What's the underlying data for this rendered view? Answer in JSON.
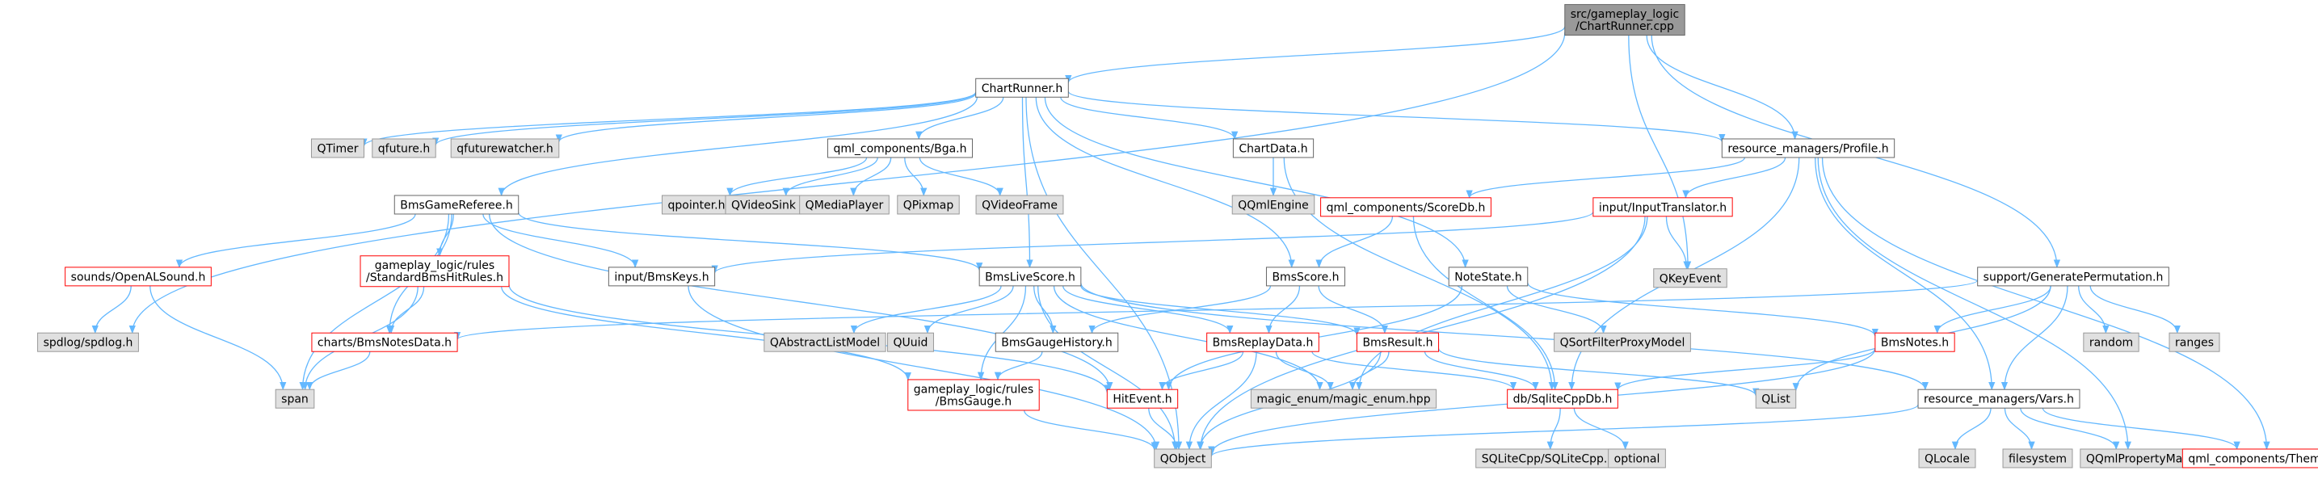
{
  "style": {
    "edge_color": "#63b8ff",
    "root_fill": "#999999",
    "root_stroke": "#666666",
    "doc_fill": "#ffffff",
    "doc_stroke": "#666666",
    "incomplete_stroke": "#ff0000",
    "external_fill": "#e0e0e0",
    "external_stroke": "#999999"
  },
  "nodes": [
    {
      "id": "root",
      "kind": "root",
      "lines": [
        "src/gameplay_logic",
        "/ChartRunner.cpp"
      ]
    },
    {
      "id": "ChartRunnerH",
      "kind": "doc",
      "lines": [
        "ChartRunner.h"
      ]
    },
    {
      "id": "QTimer",
      "kind": "external",
      "lines": [
        "QTimer"
      ]
    },
    {
      "id": "qfuture",
      "kind": "external",
      "lines": [
        "qfuture.h"
      ]
    },
    {
      "id": "qfuturewatcher",
      "kind": "external",
      "lines": [
        "qfuturewatcher.h"
      ]
    },
    {
      "id": "Bga",
      "kind": "doc",
      "lines": [
        "qml_components/Bga.h"
      ]
    },
    {
      "id": "ChartData",
      "kind": "doc",
      "lines": [
        "ChartData.h"
      ]
    },
    {
      "id": "Profile",
      "kind": "doc",
      "lines": [
        "resource_managers/Profile.h"
      ]
    },
    {
      "id": "BmsGameReferee",
      "kind": "doc",
      "lines": [
        "BmsGameReferee.h"
      ]
    },
    {
      "id": "qpointer",
      "kind": "external",
      "lines": [
        "qpointer.h"
      ]
    },
    {
      "id": "QVideoSink",
      "kind": "external",
      "lines": [
        "QVideoSink"
      ]
    },
    {
      "id": "QMediaPlayer",
      "kind": "external",
      "lines": [
        "QMediaPlayer"
      ]
    },
    {
      "id": "QPixmap",
      "kind": "external",
      "lines": [
        "QPixmap"
      ]
    },
    {
      "id": "QVideoFrame",
      "kind": "external",
      "lines": [
        "QVideoFrame"
      ]
    },
    {
      "id": "QQmlEngine",
      "kind": "external",
      "lines": [
        "QQmlEngine"
      ]
    },
    {
      "id": "ScoreDb",
      "kind": "incomplete",
      "lines": [
        "qml_components/ScoreDb.h"
      ]
    },
    {
      "id": "InputTranslator",
      "kind": "incomplete",
      "lines": [
        "input/InputTranslator.h"
      ]
    },
    {
      "id": "OpenALSound",
      "kind": "incomplete",
      "lines": [
        "sounds/OpenALSound.h"
      ]
    },
    {
      "id": "StandardBmsHitRules",
      "kind": "incomplete",
      "lines": [
        "gameplay_logic/rules",
        "/StandardBmsHitRules.h"
      ]
    },
    {
      "id": "BmsKeys",
      "kind": "doc",
      "lines": [
        "input/BmsKeys.h"
      ]
    },
    {
      "id": "BmsLiveScore",
      "kind": "doc",
      "lines": [
        "BmsLiveScore.h"
      ]
    },
    {
      "id": "BmsScore",
      "kind": "doc",
      "lines": [
        "BmsScore.h"
      ]
    },
    {
      "id": "NoteState",
      "kind": "doc",
      "lines": [
        "NoteState.h"
      ]
    },
    {
      "id": "QKeyEvent",
      "kind": "external",
      "lines": [
        "QKeyEvent"
      ]
    },
    {
      "id": "GeneratePermutation",
      "kind": "doc",
      "lines": [
        "support/GeneratePermutation.h"
      ]
    },
    {
      "id": "spdlog",
      "kind": "external",
      "lines": [
        "spdlog/spdlog.h"
      ]
    },
    {
      "id": "BmsNotesData",
      "kind": "incomplete",
      "lines": [
        "charts/BmsNotesData.h"
      ]
    },
    {
      "id": "QAbstractListModel",
      "kind": "external",
      "lines": [
        "QAbstractListModel"
      ]
    },
    {
      "id": "QUuid",
      "kind": "external",
      "lines": [
        "QUuid"
      ]
    },
    {
      "id": "BmsGaugeHistory",
      "kind": "doc",
      "lines": [
        "BmsGaugeHistory.h"
      ]
    },
    {
      "id": "BmsReplayData",
      "kind": "incomplete",
      "lines": [
        "BmsReplayData.h"
      ]
    },
    {
      "id": "BmsResult",
      "kind": "incomplete",
      "lines": [
        "BmsResult.h"
      ]
    },
    {
      "id": "QSortFilterProxyModel",
      "kind": "external",
      "lines": [
        "QSortFilterProxyModel"
      ]
    },
    {
      "id": "BmsNotes",
      "kind": "incomplete",
      "lines": [
        "BmsNotes.h"
      ]
    },
    {
      "id": "random",
      "kind": "external",
      "lines": [
        "random"
      ]
    },
    {
      "id": "ranges",
      "kind": "external",
      "lines": [
        "ranges"
      ]
    },
    {
      "id": "span",
      "kind": "external",
      "lines": [
        "span"
      ]
    },
    {
      "id": "BmsGauge",
      "kind": "incomplete",
      "lines": [
        "gameplay_logic/rules",
        "/BmsGauge.h"
      ]
    },
    {
      "id": "HitEvent",
      "kind": "incomplete",
      "lines": [
        "HitEvent.h"
      ]
    },
    {
      "id": "magic_enum",
      "kind": "external",
      "lines": [
        "magic_enum/magic_enum.hpp"
      ]
    },
    {
      "id": "SqliteCppDb",
      "kind": "incomplete",
      "lines": [
        "db/SqliteCppDb.h"
      ]
    },
    {
      "id": "QList",
      "kind": "external",
      "lines": [
        "QList"
      ]
    },
    {
      "id": "Vars",
      "kind": "doc",
      "lines": [
        "resource_managers/Vars.h"
      ]
    },
    {
      "id": "QObject",
      "kind": "external",
      "lines": [
        "QObject"
      ]
    },
    {
      "id": "SQLiteCpp",
      "kind": "external",
      "lines": [
        "SQLiteCpp/SQLiteCpp.h"
      ]
    },
    {
      "id": "optional",
      "kind": "external",
      "lines": [
        "optional"
      ]
    },
    {
      "id": "QLocale",
      "kind": "external",
      "lines": [
        "QLocale"
      ]
    },
    {
      "id": "filesystem",
      "kind": "external",
      "lines": [
        "filesystem"
      ]
    },
    {
      "id": "QQmlPropertyMap",
      "kind": "external",
      "lines": [
        "QQmlPropertyMap"
      ]
    },
    {
      "id": "ThemeFamily",
      "kind": "incomplete",
      "lines": [
        "qml_components/ThemeFamily.h"
      ]
    }
  ],
  "edges": [
    [
      "root",
      "ChartRunnerH"
    ],
    [
      "root",
      "spdlog"
    ],
    [
      "root",
      "QKeyEvent"
    ],
    [
      "root",
      "Profile"
    ],
    [
      "root",
      "GeneratePermutation"
    ],
    [
      "ChartRunnerH",
      "QTimer"
    ],
    [
      "ChartRunnerH",
      "qfuture"
    ],
    [
      "ChartRunnerH",
      "qfuturewatcher"
    ],
    [
      "ChartRunnerH",
      "Bga"
    ],
    [
      "ChartRunnerH",
      "ChartData"
    ],
    [
      "ChartRunnerH",
      "Profile"
    ],
    [
      "ChartRunnerH",
      "BmsGameReferee"
    ],
    [
      "ChartRunnerH",
      "BmsLiveScore"
    ],
    [
      "ChartRunnerH",
      "BmsScore"
    ],
    [
      "ChartRunnerH",
      "NoteState"
    ],
    [
      "ChartRunnerH",
      "QObject"
    ],
    [
      "Bga",
      "qpointer"
    ],
    [
      "Bga",
      "QVideoSink"
    ],
    [
      "Bga",
      "QMediaPlayer"
    ],
    [
      "Bga",
      "QPixmap"
    ],
    [
      "Bga",
      "QVideoFrame"
    ],
    [
      "ChartData",
      "QQmlEngine"
    ],
    [
      "ChartData",
      "SqliteCppDb"
    ],
    [
      "Profile",
      "ScoreDb"
    ],
    [
      "Profile",
      "InputTranslator"
    ],
    [
      "Profile",
      "Vars"
    ],
    [
      "Profile",
      "SqliteCppDb"
    ],
    [
      "Profile",
      "QQmlPropertyMap"
    ],
    [
      "Profile",
      "ThemeFamily"
    ],
    [
      "BmsGameReferee",
      "OpenALSound"
    ],
    [
      "BmsGameReferee",
      "StandardBmsHitRules"
    ],
    [
      "BmsGameReferee",
      "BmsKeys"
    ],
    [
      "BmsGameReferee",
      "BmsLiveScore"
    ],
    [
      "BmsGameReferee",
      "BmsNotesData"
    ],
    [
      "BmsGameReferee",
      "span"
    ],
    [
      "BmsGameReferee",
      "HitEvent"
    ],
    [
      "ScoreDb",
      "BmsScore"
    ],
    [
      "ScoreDb",
      "SqliteCppDb"
    ],
    [
      "InputTranslator",
      "BmsKeys"
    ],
    [
      "InputTranslator",
      "QKeyEvent"
    ],
    [
      "InputTranslator",
      "QObject"
    ],
    [
      "InputTranslator",
      "magic_enum"
    ],
    [
      "OpenALSound",
      "spdlog"
    ],
    [
      "OpenALSound",
      "span"
    ],
    [
      "StandardBmsHitRules",
      "BmsNotesData"
    ],
    [
      "StandardBmsHitRules",
      "span"
    ],
    [
      "StandardBmsHitRules",
      "BmsGauge"
    ],
    [
      "StandardBmsHitRules",
      "HitEvent"
    ],
    [
      "BmsKeys",
      "QObject"
    ],
    [
      "BmsLiveScore",
      "QAbstractListModel"
    ],
    [
      "BmsLiveScore",
      "QUuid"
    ],
    [
      "BmsLiveScore",
      "BmsGaugeHistory"
    ],
    [
      "BmsLiveScore",
      "BmsReplayData"
    ],
    [
      "BmsLiveScore",
      "BmsResult"
    ],
    [
      "BmsLiveScore",
      "BmsGauge"
    ],
    [
      "BmsLiveScore",
      "magic_enum"
    ],
    [
      "BmsLiveScore",
      "Vars"
    ],
    [
      "BmsLiveScore",
      "QObject"
    ],
    [
      "BmsScore",
      "BmsGaugeHistory"
    ],
    [
      "BmsScore",
      "BmsReplayData"
    ],
    [
      "BmsScore",
      "BmsResult"
    ],
    [
      "NoteState",
      "HitEvent"
    ],
    [
      "NoteState",
      "QSortFilterProxyModel"
    ],
    [
      "NoteState",
      "BmsNotes"
    ],
    [
      "GeneratePermutation",
      "BmsNotesData"
    ],
    [
      "GeneratePermutation",
      "BmsNotes"
    ],
    [
      "GeneratePermutation",
      "random"
    ],
    [
      "GeneratePermutation",
      "ranges"
    ],
    [
      "GeneratePermutation",
      "QList"
    ],
    [
      "GeneratePermutation",
      "Vars"
    ],
    [
      "BmsNotesData",
      "span"
    ],
    [
      "BmsGaugeHistory",
      "BmsGauge"
    ],
    [
      "BmsReplayData",
      "HitEvent"
    ],
    [
      "BmsReplayData",
      "magic_enum"
    ],
    [
      "BmsReplayData",
      "SqliteCppDb"
    ],
    [
      "BmsReplayData",
      "QObject"
    ],
    [
      "BmsResult",
      "magic_enum"
    ],
    [
      "BmsResult",
      "SqliteCppDb"
    ],
    [
      "BmsResult",
      "QObject"
    ],
    [
      "BmsResult",
      "QList"
    ],
    [
      "BmsNotes",
      "SqliteCppDb"
    ],
    [
      "BmsNotes",
      "QObject"
    ],
    [
      "BmsGauge",
      "QObject"
    ],
    [
      "HitEvent",
      "QObject"
    ],
    [
      "SqliteCppDb",
      "SQLiteCpp"
    ],
    [
      "SqliteCppDb",
      "optional"
    ],
    [
      "Vars",
      "QObject"
    ],
    [
      "Vars",
      "QLocale"
    ],
    [
      "Vars",
      "filesystem"
    ],
    [
      "Vars",
      "QQmlPropertyMap"
    ],
    [
      "Vars",
      "ThemeFamily"
    ]
  ]
}
